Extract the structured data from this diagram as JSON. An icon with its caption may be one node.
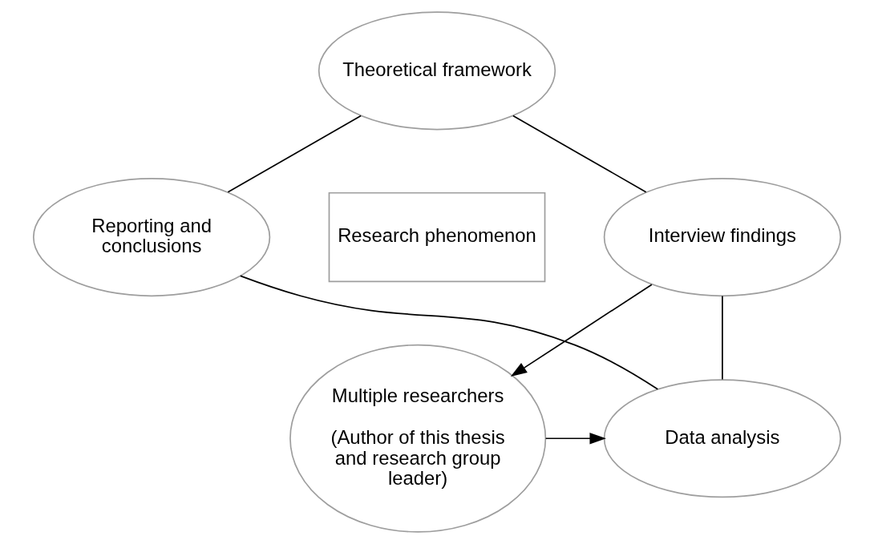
{
  "diagram": {
    "nodes": [
      {
        "text": [
          "Theoretical framework"
        ]
      },
      {
        "text": [
          "Reporting and conclusions"
        ]
      },
      {
        "text": [
          "Research phenomenon"
        ]
      },
      {
        "text": [
          "Interview findings"
        ]
      },
      {
        "text": [
          "Data analysis"
        ]
      },
      {
        "text": [
          "Multiple researchers",
          "(Author of this thesis and research group leader)"
        ]
      }
    ],
    "edges": [
      {
        "from": 1,
        "to": 0,
        "arrow": "none"
      },
      {
        "from": 0,
        "to": 3,
        "arrow": "none"
      },
      {
        "from": 1,
        "to": 4,
        "arrow": "none"
      },
      {
        "from": 3,
        "to": 4,
        "arrow": "none"
      },
      {
        "from": 3,
        "to": 5,
        "arrow": "to"
      },
      {
        "from": 5,
        "to": 4,
        "arrow": "to"
      }
    ]
  }
}
